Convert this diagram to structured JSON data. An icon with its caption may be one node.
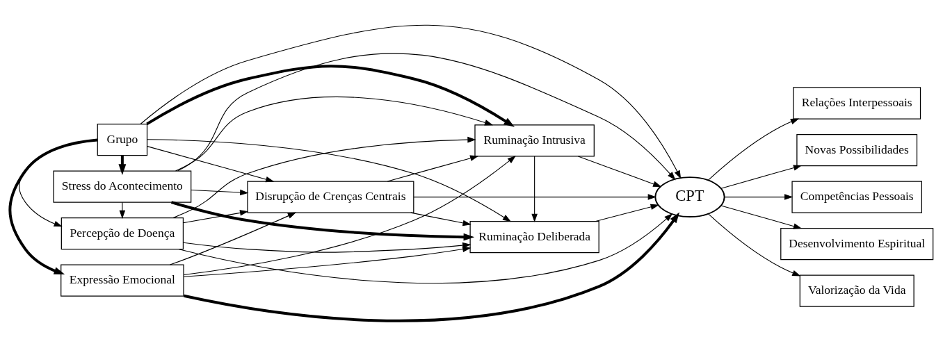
{
  "diagram": {
    "nodes": [
      {
        "text": [
          "Expressão Emocional"
        ]
      },
      {
        "text": [
          "Grupo"
        ]
      },
      {
        "text": [
          "Percepção de Doença"
        ]
      },
      {
        "text": [
          "Stress do Acontecimento"
        ]
      },
      {
        "text": [
          "Disrupção de Crenças Centrais"
        ]
      },
      {
        "text": [
          "Ruminação Deliberada"
        ]
      },
      {
        "text": [
          "Ruminação Intrusiva"
        ]
      },
      {
        "text": [
          "CPT"
        ]
      },
      {
        "text": [
          "Relações Interpessoais"
        ]
      },
      {
        "text": [
          "Novas Possibilidades"
        ]
      },
      {
        "text": [
          "Competências Pessoais"
        ]
      },
      {
        "text": [
          "Desenvolvimento Espiritual"
        ]
      },
      {
        "text": [
          "Valorização da Vida"
        ]
      }
    ],
    "edges": [
      {
        "from": 1,
        "to": 0,
        "arrow": "to",
        "style": "thick"
      },
      {
        "from": 1,
        "to": 3,
        "arrow": "to",
        "style": "thick"
      },
      {
        "from": 1,
        "to": 2,
        "arrow": "to"
      },
      {
        "from": 3,
        "to": 2,
        "arrow": "to"
      },
      {
        "from": 0,
        "to": 7,
        "arrow": "to",
        "style": "thick"
      },
      {
        "from": 0,
        "to": 5,
        "arrow": "to"
      },
      {
        "from": 0,
        "to": 4,
        "arrow": "to"
      },
      {
        "from": 0,
        "to": 6,
        "arrow": "to"
      },
      {
        "from": 1,
        "to": 5,
        "arrow": "to"
      },
      {
        "from": 1,
        "to": 4,
        "arrow": "to"
      },
      {
        "from": 1,
        "to": 7,
        "arrow": "to"
      },
      {
        "from": 1,
        "to": 6,
        "arrow": "to",
        "style": "thick"
      },
      {
        "from": 2,
        "to": 5,
        "arrow": "to"
      },
      {
        "from": 2,
        "to": 4,
        "arrow": "to"
      },
      {
        "from": 2,
        "to": 7,
        "arrow": "to"
      },
      {
        "from": 2,
        "to": 6,
        "arrow": "to"
      },
      {
        "from": 3,
        "to": 5,
        "arrow": "to",
        "style": "thick"
      },
      {
        "from": 3,
        "to": 4,
        "arrow": "to"
      },
      {
        "from": 3,
        "to": 7,
        "arrow": "to"
      },
      {
        "from": 3,
        "to": 6,
        "arrow": "to"
      },
      {
        "from": 4,
        "to": 5,
        "arrow": "to"
      },
      {
        "from": 4,
        "to": 7,
        "arrow": "to"
      },
      {
        "from": 4,
        "to": 6,
        "arrow": "to"
      },
      {
        "from": 6,
        "to": 5,
        "arrow": "to"
      },
      {
        "from": 5,
        "to": 7,
        "arrow": "to"
      },
      {
        "from": 6,
        "to": 7,
        "arrow": "to"
      },
      {
        "from": 7,
        "to": 8,
        "arrow": "to"
      },
      {
        "from": 7,
        "to": 9,
        "arrow": "to"
      },
      {
        "from": 7,
        "to": 10,
        "arrow": "to"
      },
      {
        "from": 7,
        "to": 11,
        "arrow": "to"
      },
      {
        "from": 7,
        "to": 12,
        "arrow": "to"
      }
    ]
  }
}
